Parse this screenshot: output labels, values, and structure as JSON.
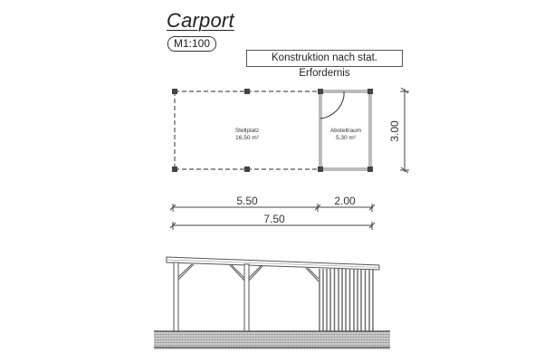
{
  "header": {
    "title": "Carport",
    "scale": "M1:100",
    "note": "Konstruktion nach stat. Erfordernis"
  },
  "floor_plan": {
    "rooms": [
      {
        "name": "Stellplatz",
        "area": "16,50 m²"
      },
      {
        "name": "Abstellraum",
        "area": "5,30 m²"
      }
    ],
    "depth_dimension": "3.00"
  },
  "dimensions": {
    "segment_1": "5.50",
    "segment_2": "2.00",
    "total": "7.50"
  },
  "colors": {
    "line": "#333333",
    "wall": "#888888",
    "ground": "#9a9a9a"
  }
}
